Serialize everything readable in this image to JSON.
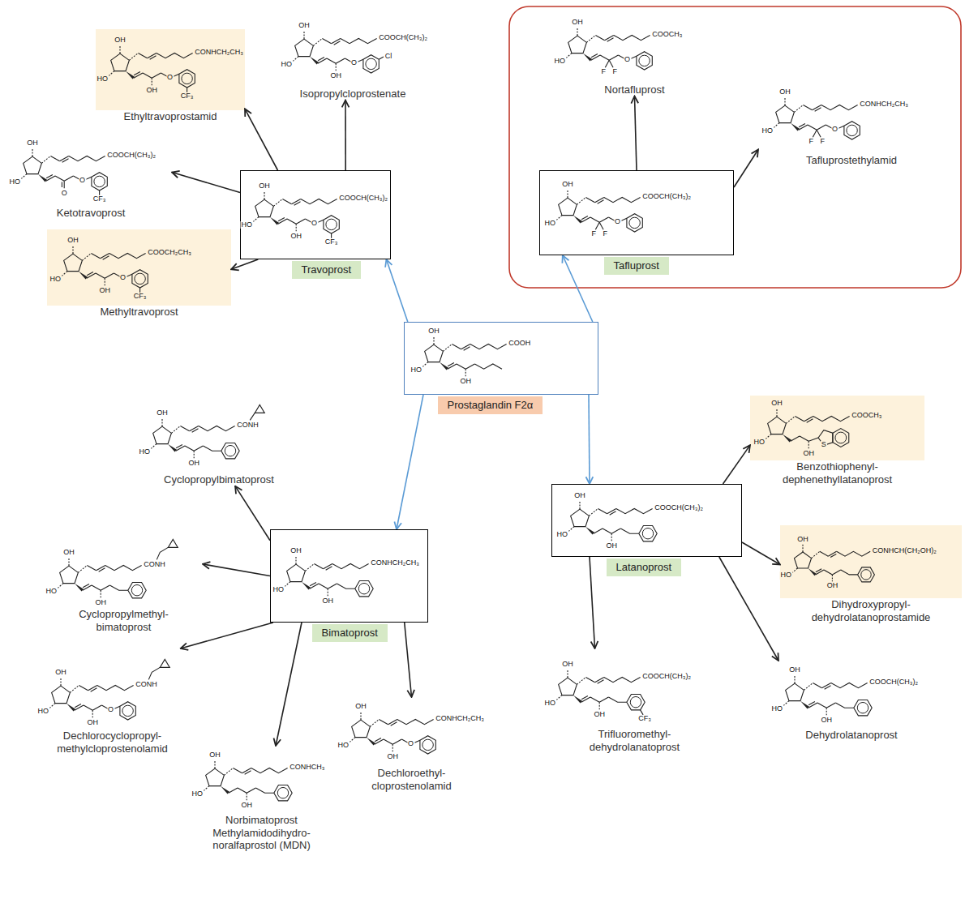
{
  "diagram": {
    "nodes": [
      {
        "text": [
          "Ethyltravoprostamid"
        ]
      },
      {
        "text": [
          "Isopropylcloprostenate"
        ]
      },
      {
        "text": [
          "Nortafluprost"
        ]
      },
      {
        "text": [
          "Tafluprostethylamid"
        ]
      },
      {
        "text": [
          "Ketotravoprost"
        ]
      },
      {
        "text": [
          "Travoprost"
        ]
      },
      {
        "text": [
          "Tafluprost"
        ]
      },
      {
        "text": [
          "Methyltravoprost"
        ]
      },
      {
        "text": [
          "Prostaglandin F2α"
        ]
      },
      {
        "text": [
          "Benzothiophenyl- dephenethyllatanoprost"
        ]
      },
      {
        "text": [
          "Cyclopropylbimatoprost"
        ]
      },
      {
        "text": [
          "Latanoprost"
        ]
      },
      {
        "text": [
          "Bimatoprost"
        ]
      },
      {
        "text": [
          "Cyclopropylmethyl- bimatoprost"
        ]
      },
      {
        "text": [
          "Dihydroxypropyl- dehydrolatanoprostamide"
        ]
      },
      {
        "text": [
          "Dechlorocyclopropyl- methylcloprostenolamid"
        ]
      },
      {
        "text": [
          "Trifluoromethyl- dehydrolanatoprost"
        ]
      },
      {
        "text": [
          "Dehydrolatanoprost"
        ]
      },
      {
        "text": [
          "Dechloroethyl- cloprostenolamid"
        ]
      },
      {
        "text": [
          "Norbimatoprost Methylamidodihydro- noralfaprostol (MDN)"
        ]
      }
    ],
    "edges": [
      {
        "from": 8,
        "to": 5,
        "arrow": "to"
      },
      {
        "from": 8,
        "to": 6,
        "arrow": "to"
      },
      {
        "from": 8,
        "to": 12,
        "arrow": "to"
      },
      {
        "from": 8,
        "to": 11,
        "arrow": "to"
      },
      {
        "from": 5,
        "to": 1,
        "arrow": "to"
      },
      {
        "from": 5,
        "to": 0,
        "arrow": "to"
      },
      {
        "from": 5,
        "to": 4,
        "arrow": "to"
      },
      {
        "from": 5,
        "to": 7,
        "arrow": "to"
      },
      {
        "from": 6,
        "to": 2,
        "arrow": "to"
      },
      {
        "from": 6,
        "to": 3,
        "arrow": "to"
      },
      {
        "from": 11,
        "to": 9,
        "arrow": "to"
      },
      {
        "from": 11,
        "to": 14,
        "arrow": "to"
      },
      {
        "from": 11,
        "to": 17,
        "arrow": "to"
      },
      {
        "from": 11,
        "to": 16,
        "arrow": "to"
      },
      {
        "from": 12,
        "to": 10,
        "arrow": "to"
      },
      {
        "from": 12,
        "to": 13,
        "arrow": "to"
      },
      {
        "from": 12,
        "to": 15,
        "arrow": "to"
      },
      {
        "from": 12,
        "to": 19,
        "arrow": "to"
      },
      {
        "from": 12,
        "to": 18,
        "arrow": "to"
      }
    ],
    "labels": [
      "OH",
      "HO",
      "CONHCH₂CH₃",
      "OH",
      "O",
      "CF₃",
      "OH",
      "HO",
      "COOCH(CH₃)₂",
      "OH",
      "O",
      "Cl",
      "OH",
      "HO",
      "COOCH₃",
      "F",
      "F",
      "O",
      "OH",
      "HO",
      "CONHCH₂CH₃",
      "F",
      "F",
      "O",
      "OH",
      "HO",
      "COOCH(CH₃)₂",
      "O",
      "O",
      "CF₃",
      "OH",
      "HO",
      "COOCH(CH₃)₂",
      "OH",
      "O",
      "CF₃",
      "OH",
      "HO",
      "COOCH(CH₃)₂",
      "F",
      "F",
      "O",
      "OH",
      "HO",
      "COOCH₂CH₃",
      "OH",
      "O",
      "CF₃",
      "OH",
      "HO",
      "COOH",
      "OH",
      "OH",
      "HO",
      "COOCH₃",
      "OH",
      "S",
      "OH",
      "HO",
      "CONH",
      "OH",
      "OH",
      "HO",
      "COOCH(CH₃)₂",
      "OH",
      "OH",
      "HO",
      "CONHCH₂CH₃",
      "OH",
      "OH",
      "HO",
      "CONH",
      "OH",
      "OH",
      "HO",
      "CONHCH(CH₂OH)₂",
      "OH",
      "OH",
      "HO",
      "CONH",
      "OH",
      "O",
      "OH",
      "HO",
      "COOCH(CH₃)₂",
      "OH",
      "CF₃",
      "OH",
      "HO",
      "COOCH(CH₃)₂",
      "OH",
      "OH",
      "HO",
      "CONHCH₂CH₃",
      "OH",
      "O",
      "OH",
      "HO",
      "CONHCH₃",
      "OH"
    ]
  }
}
